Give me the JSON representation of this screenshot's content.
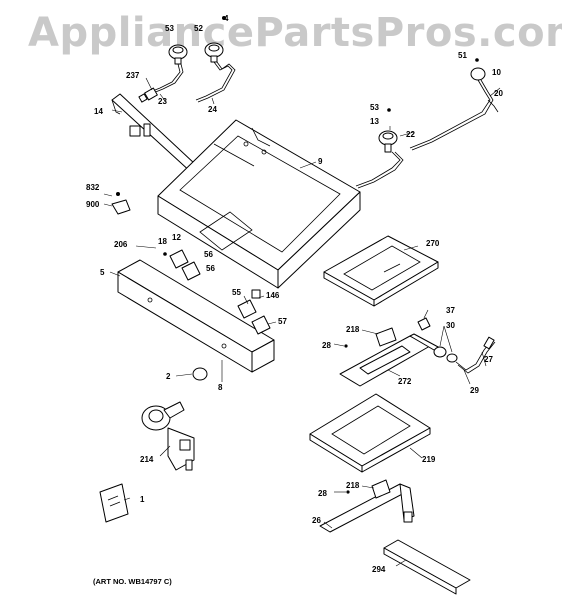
{
  "watermark": "AppliancePartsPros.com",
  "art_number": "(ART NO. WB14797 C)",
  "callouts": {
    "c4": "4",
    "c52": "52",
    "c53a": "53",
    "c237": "237",
    "c14": "14",
    "c23": "23",
    "c24": "24",
    "c9": "9",
    "c51": "51",
    "c10": "10",
    "c20": "20",
    "c53b": "53",
    "c13": "13",
    "c22": "22",
    "c832": "832",
    "c900": "900",
    "c206": "206",
    "c18": "18",
    "c12": "12",
    "c56a": "56",
    "c56b": "56",
    "c5": "5",
    "c270": "270",
    "c55": "55",
    "c146": "146",
    "c57": "57",
    "c37": "37",
    "c218a": "218",
    "c30": "30",
    "c28a": "28",
    "c27": "27",
    "c2": "2",
    "c8": "8",
    "c272": "272",
    "c29": "29",
    "c214": "214",
    "c219": "219",
    "c1": "1",
    "c218b": "218",
    "c28b": "28",
    "c26": "26",
    "c294": "294"
  }
}
